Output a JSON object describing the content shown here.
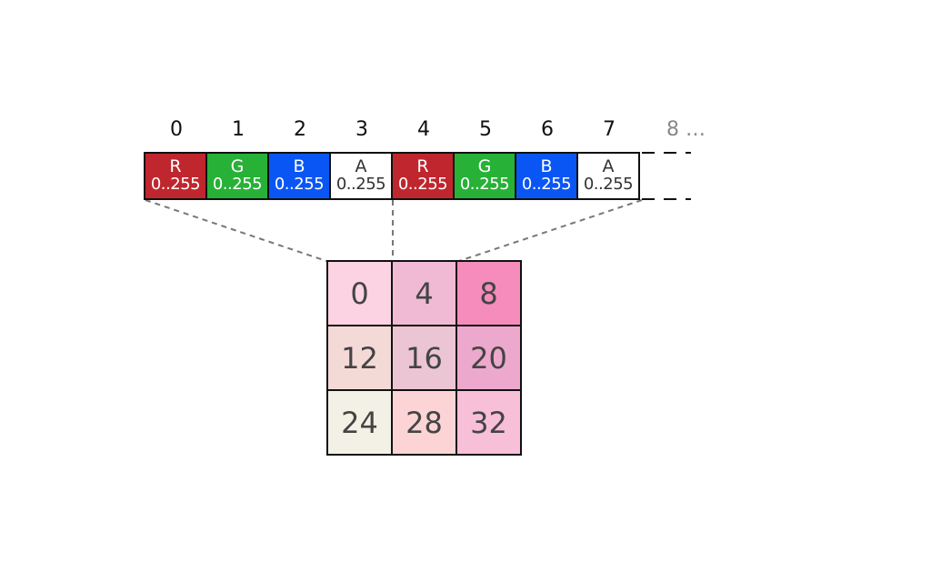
{
  "byte_strip": {
    "indices": [
      "0",
      "1",
      "2",
      "3",
      "4",
      "5",
      "6",
      "7"
    ],
    "more_index": "8 …",
    "cells": [
      {
        "channel": "R",
        "range": "0..255",
        "color": "#c0262d",
        "text": "light"
      },
      {
        "channel": "G",
        "range": "0..255",
        "color": "#27b136",
        "text": "light"
      },
      {
        "channel": "B",
        "range": "0..255",
        "color": "#0a56f5",
        "text": "light"
      },
      {
        "channel": "A",
        "range": "0..255",
        "color": "#ffffff",
        "text": "dark"
      },
      {
        "channel": "R",
        "range": "0..255",
        "color": "#c0262d",
        "text": "light"
      },
      {
        "channel": "G",
        "range": "0..255",
        "color": "#27b136",
        "text": "light"
      },
      {
        "channel": "B",
        "range": "0..255",
        "color": "#0a56f5",
        "text": "light"
      },
      {
        "channel": "A",
        "range": "0..255",
        "color": "#ffffff",
        "text": "dark"
      }
    ]
  },
  "pixel_grid": {
    "cells": [
      {
        "label": "0",
        "color": "#fcd3e3"
      },
      {
        "label": "4",
        "color": "#f0b9d4"
      },
      {
        "label": "8",
        "color": "#f58cbb"
      },
      {
        "label": "12",
        "color": "#f4dad7"
      },
      {
        "label": "16",
        "color": "#ebc5d3"
      },
      {
        "label": "20",
        "color": "#eda8cd"
      },
      {
        "label": "24",
        "color": "#f3f1e5"
      },
      {
        "label": "28",
        "color": "#fcd4d5"
      },
      {
        "label": "32",
        "color": "#f8bfd8"
      }
    ]
  }
}
